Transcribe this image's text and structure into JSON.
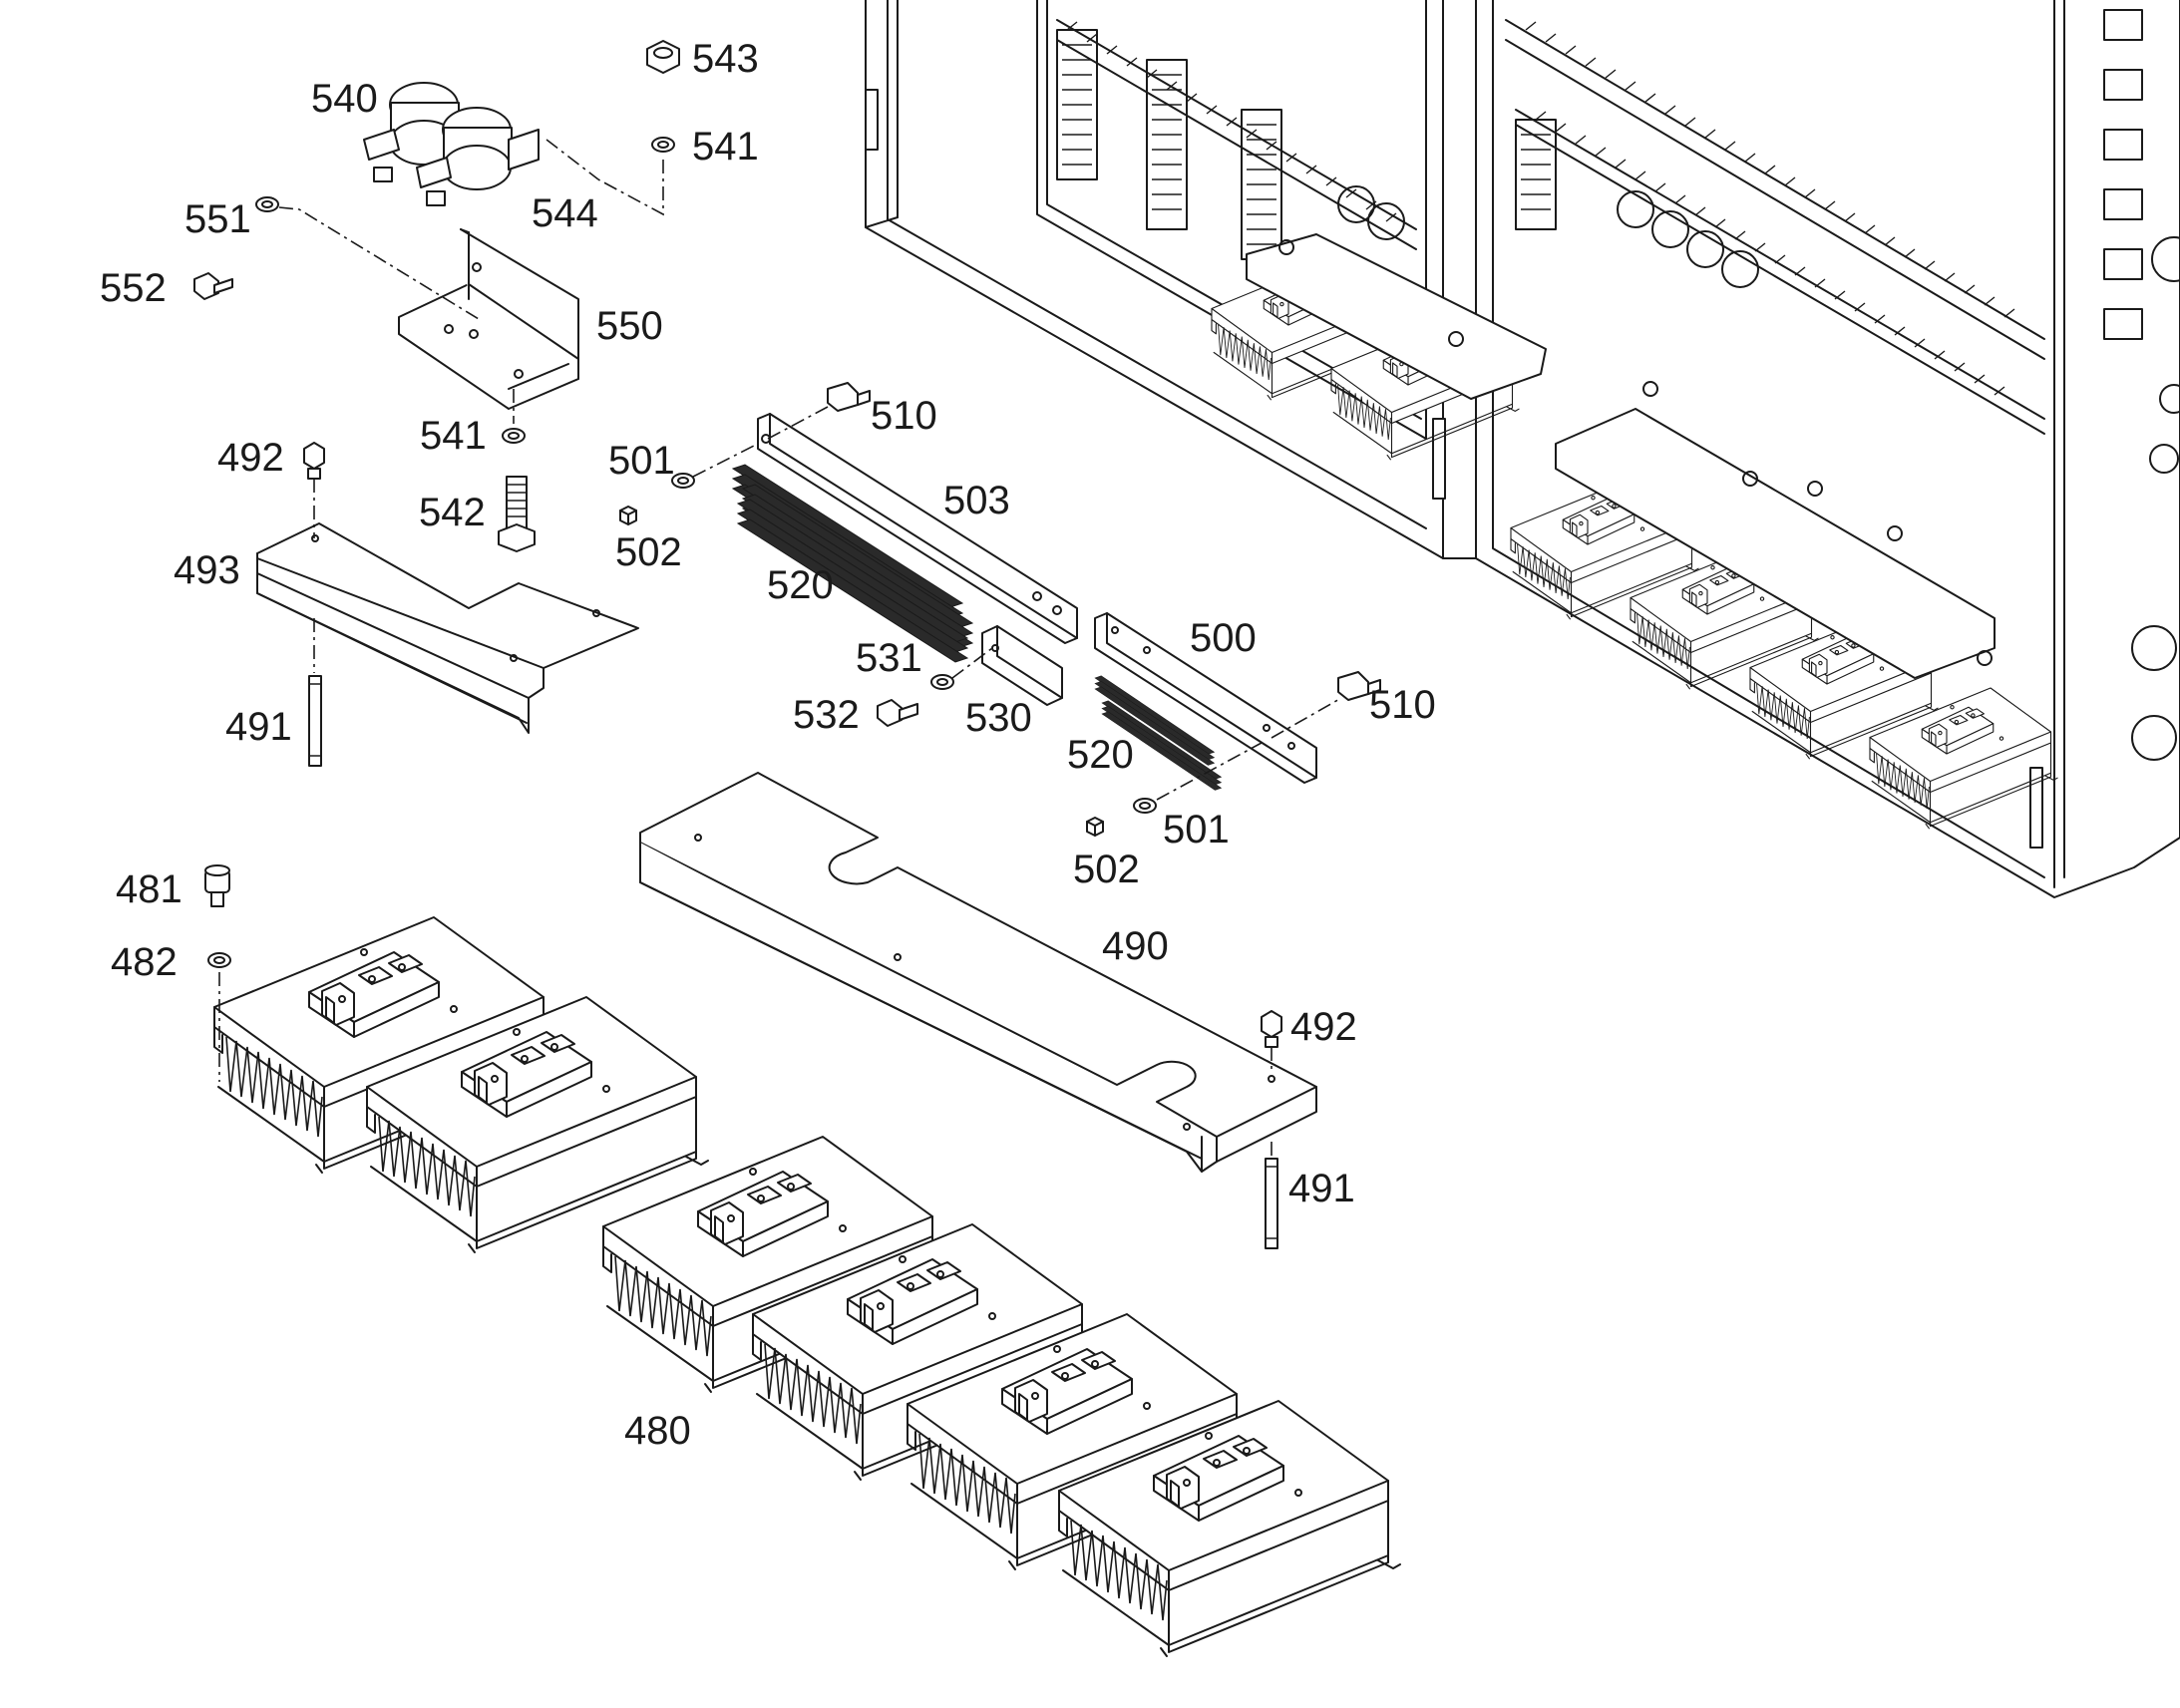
{
  "diagram": {
    "callouts": {
      "c540": "540",
      "c543": "543",
      "c541a": "541",
      "c544": "544",
      "c551": "551",
      "c552": "552",
      "c550": "550",
      "c541b": "541",
      "c542": "542",
      "c492a": "492",
      "c493": "493",
      "c491a": "491",
      "c501a": "501",
      "c502a": "502",
      "c510a": "510",
      "c503": "503",
      "c520a": "520",
      "c531": "531",
      "c532": "532",
      "c530": "530",
      "c500": "500",
      "c510b": "510",
      "c520b": "520",
      "c501b": "501",
      "c502b": "502",
      "c490": "490",
      "c492b": "492",
      "c491b": "491",
      "c481": "481",
      "c482": "482",
      "c480": "480"
    }
  }
}
